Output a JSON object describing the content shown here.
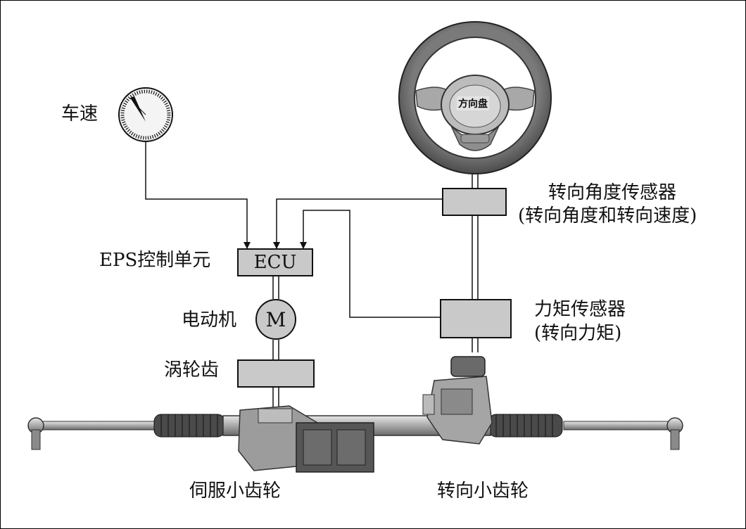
{
  "labels": {
    "vehicle_speed": "车速",
    "steering_wheel": "方向盘",
    "angle_sensor_title": "转向角度传感器",
    "angle_sensor_sub": "(转向角度和转向速度)",
    "eps_unit": "EPS控制单元",
    "ecu": "ECU",
    "motor_label": "电动机",
    "motor_symbol": "M",
    "torque_sensor_title": "力矩传感器",
    "torque_sensor_sub": "(转向力矩)",
    "worm_gear": "涡轮齿",
    "servo_pinion": "伺服小齿轮",
    "steering_pinion": "转向小齿轮"
  },
  "colors": {
    "box_fill": "#c9c9c9",
    "line": "#111111",
    "background": "#ffffff"
  },
  "icons": [
    "speedometer-icon",
    "steering-wheel-icon",
    "steering-rack-icon"
  ]
}
